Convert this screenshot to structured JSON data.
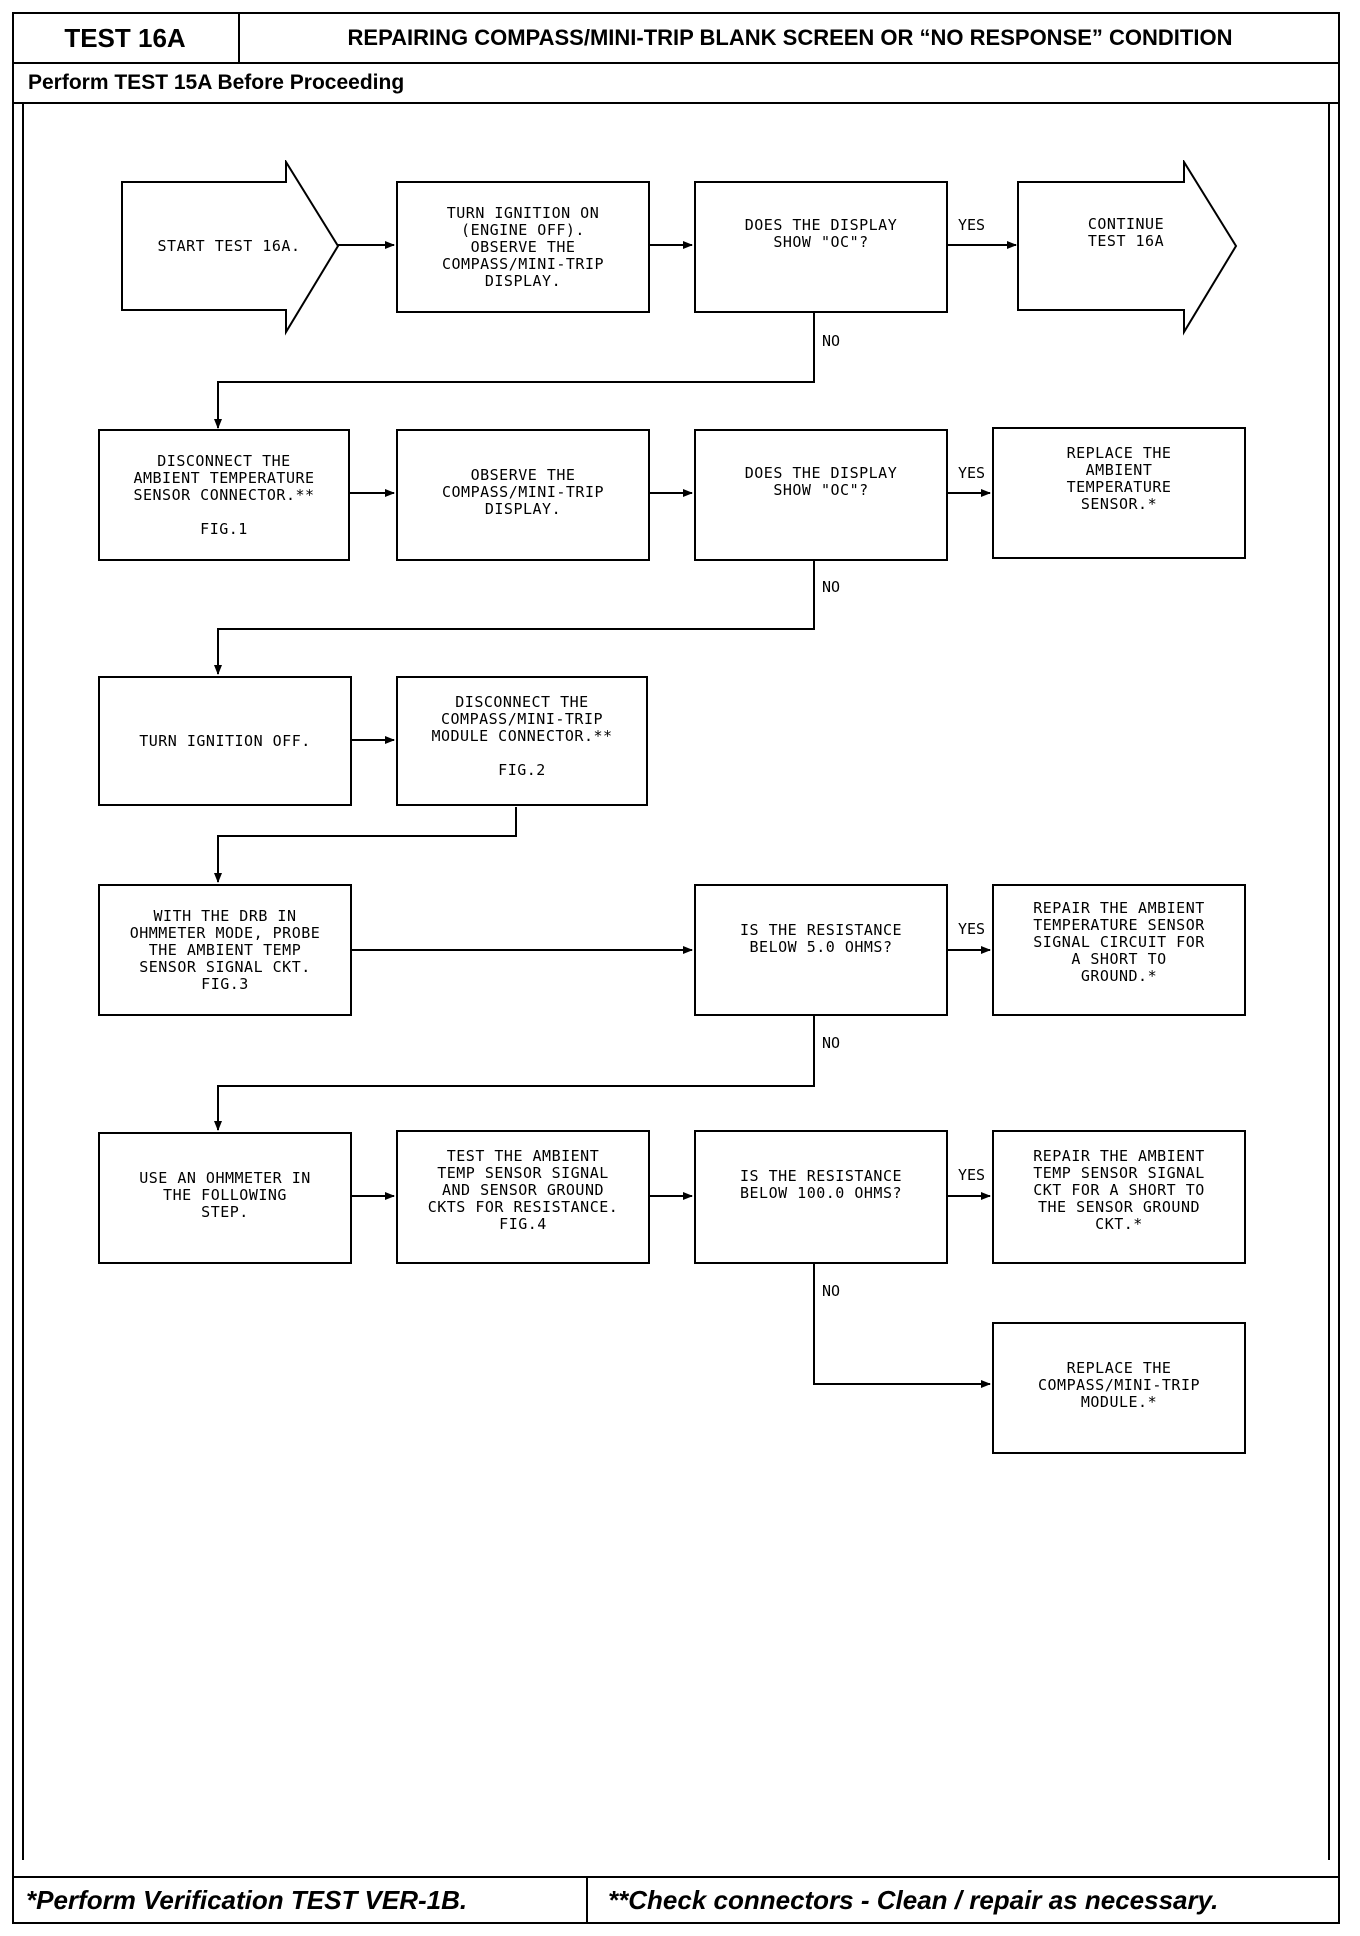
{
  "header": {
    "test_id": "TEST 16A",
    "title": "REPAIRING COMPASS/MINI-TRIP BLANK SCREEN OR “NO RESPONSE” CONDITION",
    "prerequisite": "Perform TEST 15A Before Proceeding"
  },
  "flowchart": {
    "start": "START TEST 16A.",
    "turn_ignition_on": "TURN IGNITION ON\n(ENGINE OFF).\nOBSERVE THE\nCOMPASS/MINI-TRIP\nDISPLAY.",
    "display_oc_1": "DOES THE DISPLAY\nSHOW \"OC\"?",
    "continue": "CONTINUE\nTEST 16A",
    "disconnect_ambient": "DISCONNECT THE\nAMBIENT TEMPERATURE\nSENSOR CONNECTOR.**\n\nFIG.1",
    "observe_display": "OBSERVE THE\nCOMPASS/MINI-TRIP\nDISPLAY.",
    "display_oc_2": "DOES THE DISPLAY\nSHOW \"OC\"?",
    "replace_ambient": "REPLACE THE\nAMBIENT\nTEMPERATURE\nSENSOR.*",
    "turn_ignition_off": "TURN IGNITION OFF.",
    "disconnect_module": "DISCONNECT THE\nCOMPASS/MINI-TRIP\nMODULE CONNECTOR.**\n\nFIG.2",
    "probe_drb": "WITH THE DRB IN\nOHMMETER MODE, PROBE\nTHE AMBIENT TEMP\nSENSOR SIGNAL CKT.\nFIG.3",
    "resistance_5": "IS THE RESISTANCE\nBELOW 5.0 OHMS?",
    "repair_short_ground": "REPAIR THE AMBIENT\nTEMPERATURE SENSOR\nSIGNAL CIRCUIT FOR\nA SHORT TO\nGROUND.*",
    "use_ohmmeter": "USE AN OHMMETER IN\nTHE FOLLOWING\nSTEP.",
    "test_ambient_ckts": "TEST THE AMBIENT\nTEMP SENSOR SIGNAL\nAND SENSOR GROUND\nCKTS FOR RESISTANCE.\nFIG.4",
    "resistance_100": "IS THE RESISTANCE\nBELOW 100.0 OHMS?",
    "repair_short_sensor_ground": "REPAIR THE AMBIENT\nTEMP SENSOR SIGNAL\nCKT FOR A SHORT TO\nTHE SENSOR GROUND\nCKT.*",
    "replace_module": "REPLACE THE\nCOMPASS/MINI-TRIP\nMODULE.*",
    "yes": "YES",
    "no": "NO"
  },
  "footer": {
    "left": "*Perform Verification TEST VER-1B.",
    "right": "**Check connectors - Clean / repair as necessary."
  }
}
